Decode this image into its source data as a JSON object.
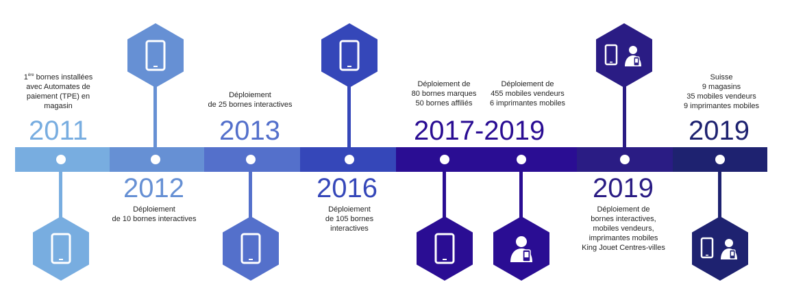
{
  "colors": {
    "c2011": "#78ade0",
    "c2012": "#6690d4",
    "c2013": "#5470cb",
    "c2016": "#3547b9",
    "c2017": "#2a0d93",
    "c2019a": "#2a1c84",
    "c2019b": "#1e2270"
  },
  "milestones": {
    "m2011": {
      "year": "2011",
      "lines": [
        "bornes installées",
        "avec Automates de",
        "paiement (TPE) en",
        "magasin"
      ],
      "superscript_prefix": "1",
      "superscript": "ère",
      "icons": [
        "tablet-icon"
      ]
    },
    "m2012": {
      "year": "2012",
      "lines": [
        "Déploiement",
        "de 10 bornes interactives"
      ],
      "icons": [
        "tablet-icon"
      ]
    },
    "m2013": {
      "year": "2013",
      "lines": [
        "Déploiement",
        "de 25 bornes interactives"
      ],
      "icons": [
        "tablet-icon"
      ]
    },
    "m2016": {
      "year": "2016",
      "lines": [
        "Déploiement",
        "de 105 bornes",
        "interactives"
      ],
      "icons": [
        "tablet-icon"
      ]
    },
    "m2017": {
      "year": "2017-2019",
      "left_lines": [
        "Déploiement de",
        "80 bornes marques",
        "50 bornes affiliés"
      ],
      "right_lines": [
        "Déploiement de",
        "455 mobiles vendeurs",
        "6 imprimantes mobiles"
      ],
      "icons": [
        "tablet-icon",
        "mobile-seller-icon"
      ]
    },
    "m2019a": {
      "year": "2019",
      "lines": [
        "Déploiement de",
        "bornes interactives,",
        "mobiles vendeurs,",
        "imprimantes mobiles",
        "King Jouet Centres-villes"
      ],
      "icons": [
        "tablet-and-seller-icon"
      ]
    },
    "m2019b": {
      "year": "2019",
      "lines": [
        "Suisse",
        "9 magasins",
        "35 mobiles vendeurs",
        "9 imprimantes mobiles"
      ],
      "icons": [
        "tablet-and-seller-icon"
      ]
    }
  }
}
